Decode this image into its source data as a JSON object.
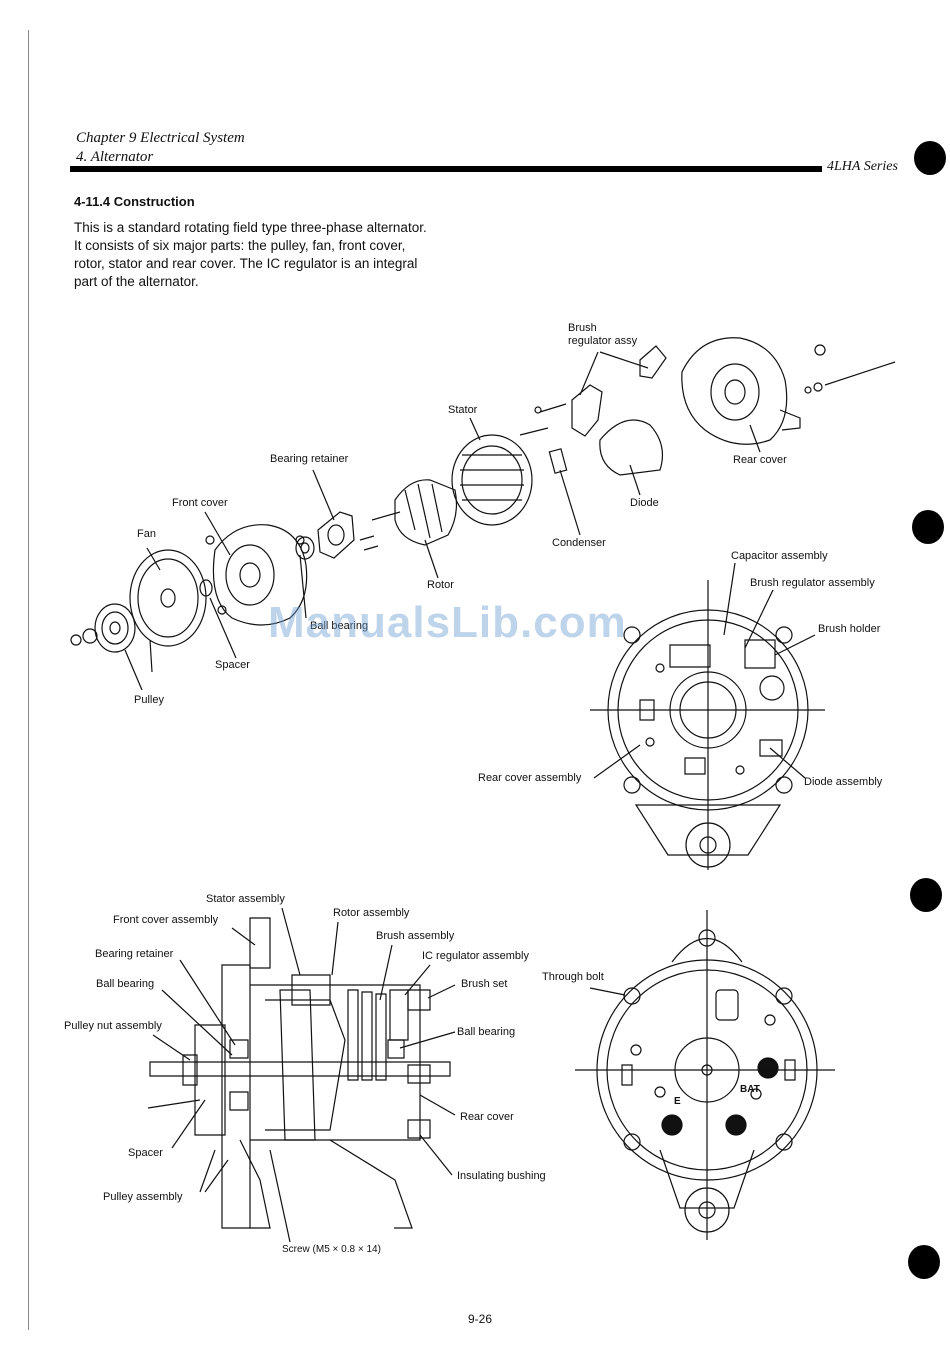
{
  "header": {
    "chapter": "Chapter 9 Electrical System",
    "section": "4. Alternator",
    "series": "4LHA Series"
  },
  "content": {
    "heading": "4-11.4 Construction",
    "paragraph_lines": [
      "This is a standard rotating field type three-phase alternator.",
      "It consists of six major parts: the pulley, fan, front cover,",
      "rotor, stator and rear cover. The IC regulator is an integral",
      "part of the alternator."
    ]
  },
  "exploded_view": {
    "brush_line1": "Brush",
    "brush_line2": "regulator assy",
    "stator": "Stator",
    "bearing_retainer": "Bearing retainer",
    "rear_cover": "Rear cover",
    "front_cover": "Front cover",
    "diode": "Diode",
    "fan": "Fan",
    "condenser": "Condenser",
    "rotor": "Rotor",
    "ball_bearing": "Ball bearing",
    "spacer": "Spacer",
    "pulley": "Pulley"
  },
  "rear_view": {
    "capacitor_assembly": "Capacitor assembly",
    "brush_regulator_assembly": "Brush regulator assembly",
    "brush_holder": "Brush holder",
    "rear_cover_assembly": "Rear cover assembly",
    "diode_assembly": "Diode assembly"
  },
  "section_view": {
    "stator_assembly": "Stator assembly",
    "front_cover_assembly": "Front cover assembly",
    "rotor_assembly": "Rotor assembly",
    "brush_assembly": "Brush assembly",
    "bearing_retainer": "Bearing retainer",
    "ic_regulator_assembly": "IC regulator assembly",
    "ball_bearing_left": "Ball bearing",
    "brush_set": "Brush set",
    "through_bolt": "Through bolt",
    "pulley_nut_assembly": "Pulley nut assembly",
    "ball_bearing_right": "Ball bearing",
    "rear_cover": "Rear cover",
    "spacer": "Spacer",
    "insulating_bushing": "Insulating bushing",
    "pulley_assembly": "Pulley assembly",
    "screw": "Screw (M5 × 0.8 × 14)"
  },
  "end_view": {
    "terminal_bat": "BAT",
    "terminal_e": "E"
  },
  "watermark": "ManualsLib.com",
  "footer": {
    "page_number": "9-26"
  }
}
